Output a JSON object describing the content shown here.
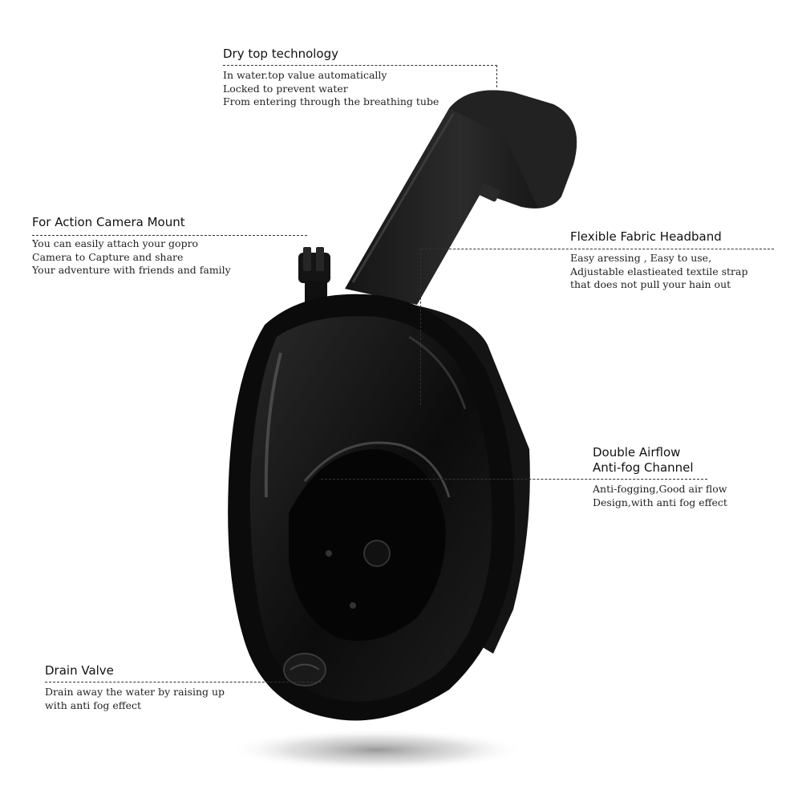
{
  "callouts": {
    "dry_top": {
      "title": "Dry top technology",
      "lines": [
        "In water.top value automatically",
        "Locked to prevent water",
        "From entering through the breathing tube"
      ]
    },
    "camera_mount": {
      "title": "For Action Camera Mount",
      "lines": [
        "You can easily attach your gopro",
        "Camera to Capture and share",
        "Your adventure with friends and family"
      ]
    },
    "headband": {
      "title": "Flexible Fabric Headband",
      "lines": [
        "Easy aressing , Easy to use,",
        "Adjustable elastieated textile strap",
        "that does not pull your hain out"
      ]
    },
    "airflow": {
      "title_lines": [
        "Double Airflow",
        "Anti-fog Channel"
      ],
      "lines": [
        "Anti-fogging,Good air flow",
        "Design,with anti fog effect"
      ]
    },
    "drain": {
      "title": "Drain Valve",
      "lines": [
        "Drain away the water by raising up",
        "with anti fog effect"
      ]
    }
  },
  "colors": {
    "mask": "#0d0d0d",
    "lens": "#1c1c1c",
    "background": "#ffffff"
  },
  "image": {
    "subject": "full-face-snorkel-mask-black"
  }
}
